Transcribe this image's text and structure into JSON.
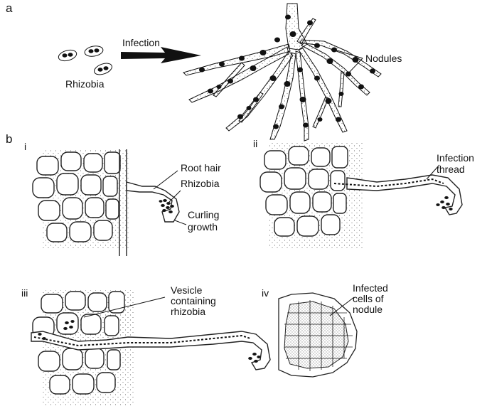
{
  "panels": {
    "a": "a",
    "b": "b"
  },
  "sub_panels": {
    "i": "i",
    "ii": "ii",
    "iii": "iii",
    "iv": "iv"
  },
  "labels": {
    "infection": "Infection",
    "rhizobia": "Rhizobia",
    "nodules": "Nodules",
    "root_hair": "Root hair",
    "rhizobia_i": "Rhizobia",
    "curling_line1": "Curling",
    "curling_line2": "growth",
    "infection_thread_line1": "Infection",
    "infection_thread_line2": "thread",
    "vesicle_line1": "Vesicle",
    "vesicle_line2": "containing",
    "vesicle_line3": "rhizobia",
    "infected_line1": "Infected",
    "infected_line2": "cells of",
    "infected_line3": "nodule"
  },
  "colors": {
    "ink": "#111111",
    "background": "#ffffff",
    "stipple": "#444444"
  }
}
